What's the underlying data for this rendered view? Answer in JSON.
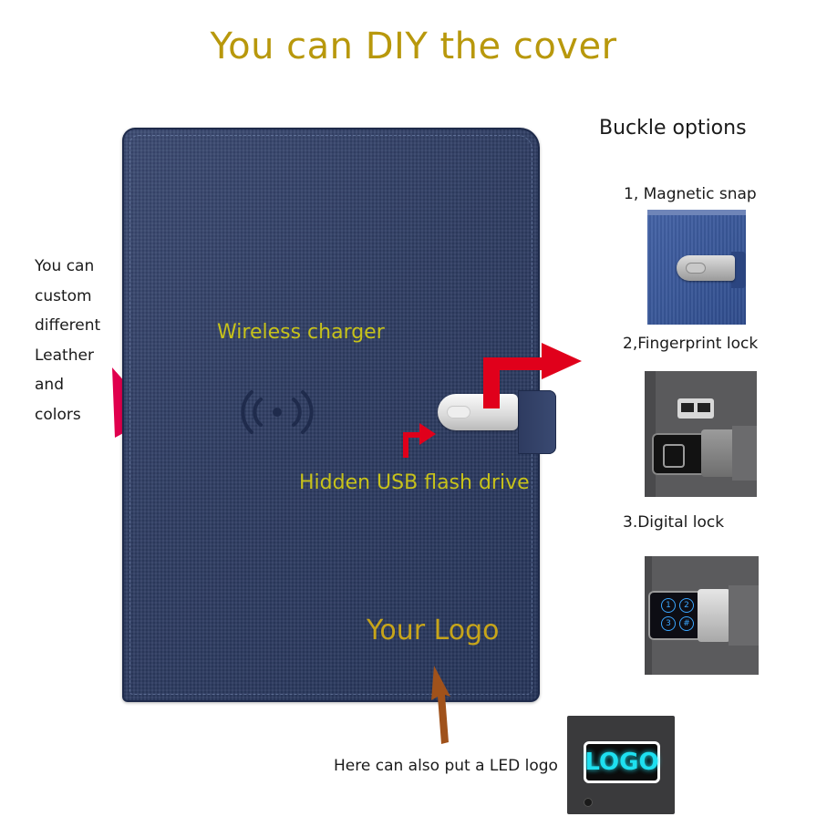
{
  "title": "You can DIY the cover",
  "buckle_title": "Buckle options",
  "options": [
    {
      "label": "1, Magnetic snap"
    },
    {
      "label": "2,Fingerprint lock"
    },
    {
      "label": "3.Digital lock"
    }
  ],
  "side_text": [
    "You can",
    "custom",
    "different",
    "Leather",
    "and",
    "colors"
  ],
  "notebook": {
    "wireless_label": "Wireless charger",
    "usb_label": "Hidden USB flash drive",
    "logo_label": "Your Logo"
  },
  "led_note": "Here can also put a LED logo",
  "led_logo_text": "LOGO",
  "keypad": [
    "1",
    "2",
    "3",
    "#"
  ],
  "colors": {
    "title": "#b8980c",
    "callout": "#c7c21a",
    "arrow_red": "#e0001b",
    "arrow_pink": "#e0004e",
    "arrow_brown": "#a0521b",
    "notebook_blue": "#2f3d63",
    "led_cyan": "#1ee0f0"
  }
}
